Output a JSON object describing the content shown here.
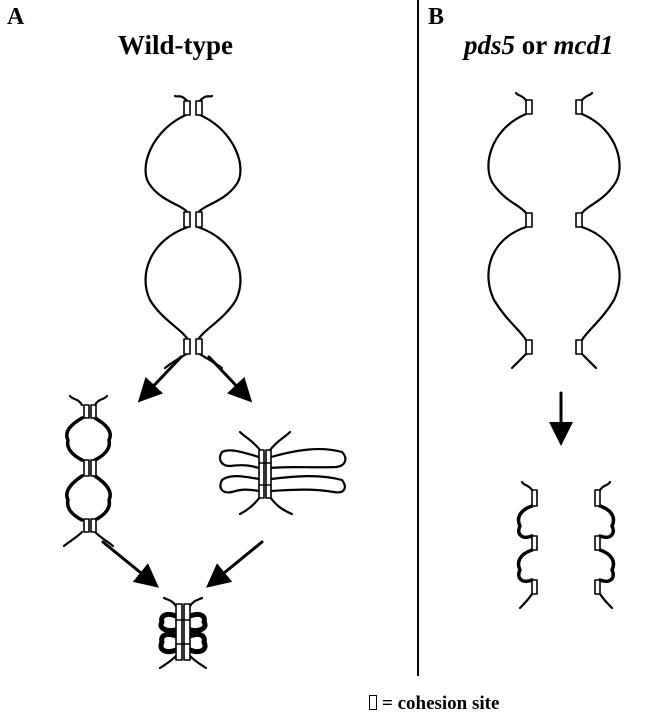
{
  "panel_a": {
    "letter": "A",
    "title": "Wild-type"
  },
  "panel_b": {
    "letter": "B",
    "title_part1": "pds5",
    "title_or": " or ",
    "title_part2": "mcd1"
  },
  "legend": {
    "text": "= cohesion site"
  }
}
